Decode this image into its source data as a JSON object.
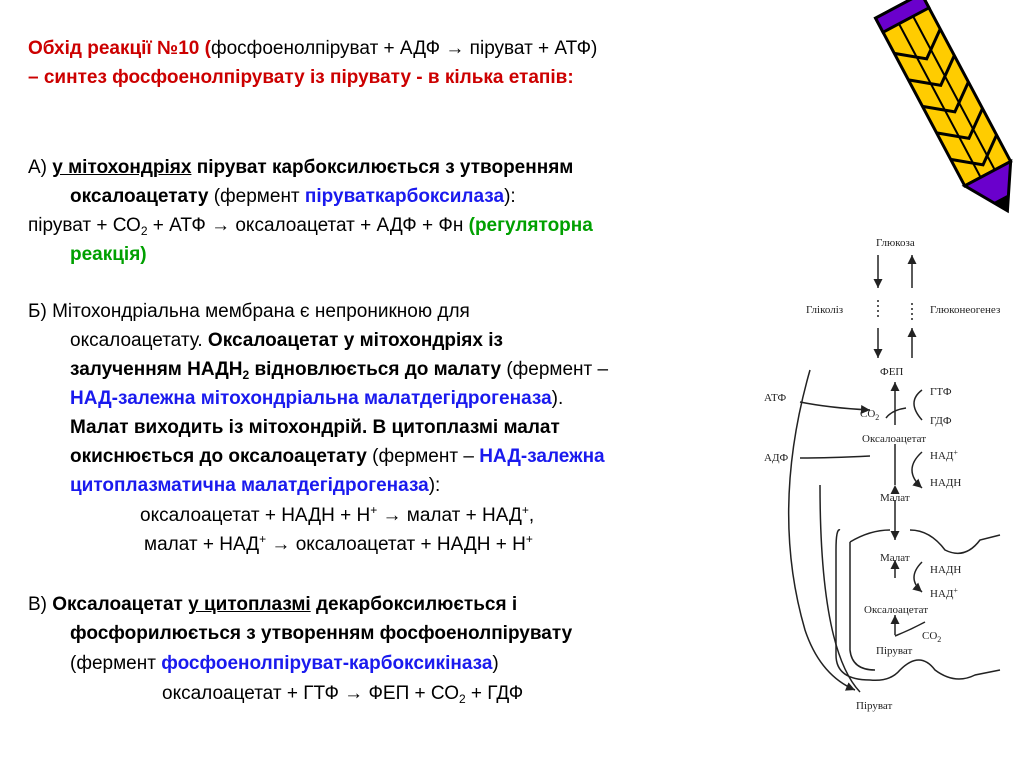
{
  "header": {
    "line1_prefix": "Обхід реакції №10 (",
    "line1_equation": "фосфоенолпіруват + АДФ → піруват + АТФ)",
    "line2": "– синтез фосфоенолпірувату із пірувату - в кілька етапів:"
  },
  "section_a": {
    "marker": "А) ",
    "location": "у мітохондріях",
    "text1": " піруват карбоксилюється з утворенням",
    "product": "оксалоацетату",
    "enzyme_intro": " (фермент ",
    "enzyme": "піруваткарбоксилаза",
    "enzyme_close": "):",
    "eq_part1": "піруват + СО",
    "eq_sub": "2",
    "eq_part2": " + АТФ  → оксалоацетат + АДФ + Фн  ",
    "note_part1": "(регуляторна",
    "note_part2": "реакція)"
  },
  "section_b": {
    "line1": "Б) Мітохондріальна мембрана є непроникною для",
    "line2_plain": "оксалоацетату. ",
    "line2_bold": "Оксалоацетат у мітохондріях із",
    "line3_bold_a": "залученням НАДН",
    "line3_sub": "2",
    "line3_bold_b": " відновлюється до малату",
    "line3_plain": " (фермент –",
    "line4_enzyme": "НАД-залежна мітохондріальна малатдегідрогеназа",
    "line4_close": ").",
    "line5_bold": "Малат виходить із мітохондрій. В цитоплазмі малат",
    "line6_bold": "окиснюється до оксалоацетату",
    "line6_plain": " (фермент – ",
    "line6_enzyme": "НАД-залежна",
    "line7_enzyme": "цитоплазматична малатдегідрогеназа",
    "line7_close": "):",
    "eq1_a": "оксалоацетат + НАДН + Н",
    "eq1_sup": "+",
    "eq1_b": " →  малат + НАД",
    "eq1_sup2": "+",
    "eq1_c": ",",
    "eq2_a": "малат + НАД",
    "eq2_sup": "+",
    "eq2_b": " →  оксалоацетат + НАДН + Н",
    "eq2_sup2": "+"
  },
  "section_c": {
    "marker": "В) ",
    "bold1": "Оксалоацетат ",
    "location": "у цитоплазмі",
    "bold2": " декарбоксилюється і",
    "line2_bold": "фосфорилюється з утворенням фосфоенолпірувату",
    "enzyme_intro": "(фермент ",
    "enzyme": "фосфоенолпіруват-карбоксикіназа",
    "enzyme_close": ")",
    "eq_a": "оксалоацетат + ГТФ →  ФЕП + СО",
    "eq_sub": "2",
    "eq_b": " + ГДФ"
  },
  "diagram": {
    "glucose": "Глюкоза",
    "glycolysis": "Гліколіз",
    "gluconeogenesis": "Глюконеогенез",
    "pep": "ФЕП",
    "atp1": "АТФ",
    "gtp": "ГТФ",
    "co2_top": "CO",
    "co2_sub": "2",
    "gdp": "ГДФ",
    "oaa_top": "Оксалоацетат",
    "atp2": "АДФ",
    "nad_top": "НАД",
    "nad_sup": "+",
    "nadh_top": "НАДН",
    "malate_top": "Малат",
    "malate_mito": "Малат",
    "nadh_mito": "НАДН",
    "nad_mito": "НАД",
    "oaa_mito": "Оксалоацетат",
    "co2_mito": "CO",
    "pyruvate_mito": "Піруват",
    "pyruvate_out": "Піруват"
  },
  "colors": {
    "title_red": "#cc0000",
    "enzyme_blue": "#1a1aee",
    "note_green": "#00a000",
    "pencil_yellow": "#ffcc00",
    "pencil_purple": "#6a00cc"
  },
  "icons": {
    "decoration": "pencil-icon"
  }
}
